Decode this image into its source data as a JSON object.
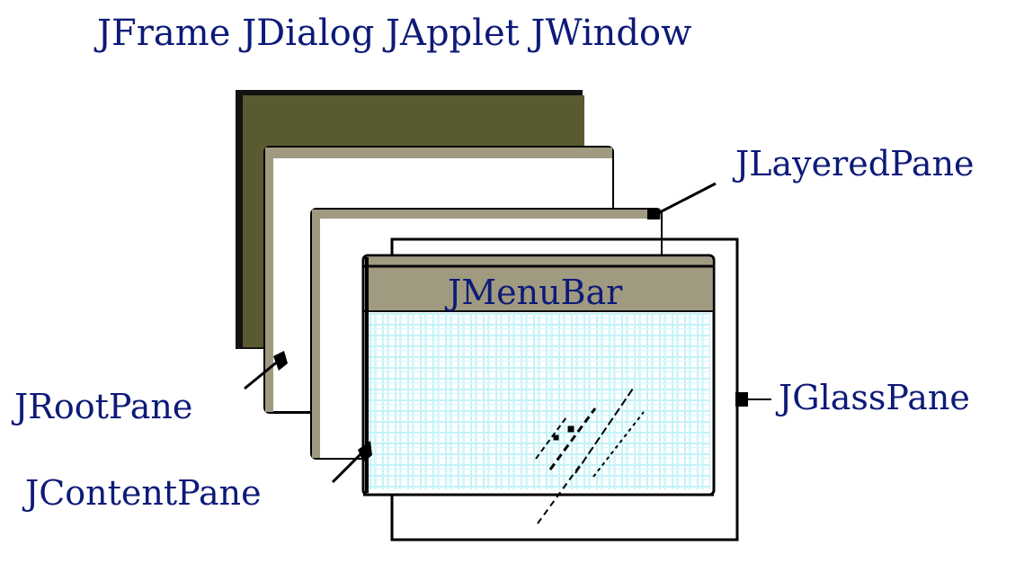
{
  "title": "JFrame JDialog JApplet JWindow",
  "labels": {
    "layered_pane": "JLayeredPane",
    "glass_pane": "JGlassPane",
    "root_pane": "JRootPane",
    "content_pane": "JContentPane",
    "menu_bar": "JMenuBar"
  },
  "colors": {
    "text": "#0d1a78",
    "frame_dark": "#5a5a30",
    "layer_tan": "#a09a80",
    "content_grid": "#c4f2f8",
    "outline": "#000000"
  }
}
